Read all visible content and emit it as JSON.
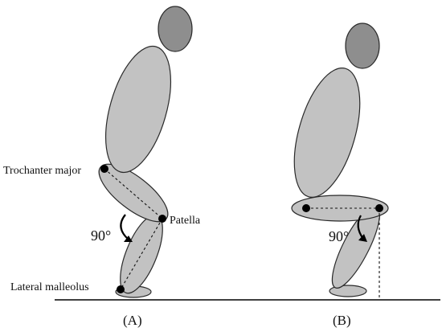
{
  "figure_a": {
    "panel_label": "(A)",
    "trochanter_label": "Trochanter major",
    "patella_label": "Patella",
    "malleolus_label": "Lateral malleolus",
    "angle_label": "90°"
  },
  "figure_b": {
    "panel_label": "(B)",
    "angle_label": "90°"
  },
  "colors": {
    "segment_fill": "#c2c2c2",
    "head_fill": "#8e8e8e",
    "outline": "#2a2a2a"
  }
}
